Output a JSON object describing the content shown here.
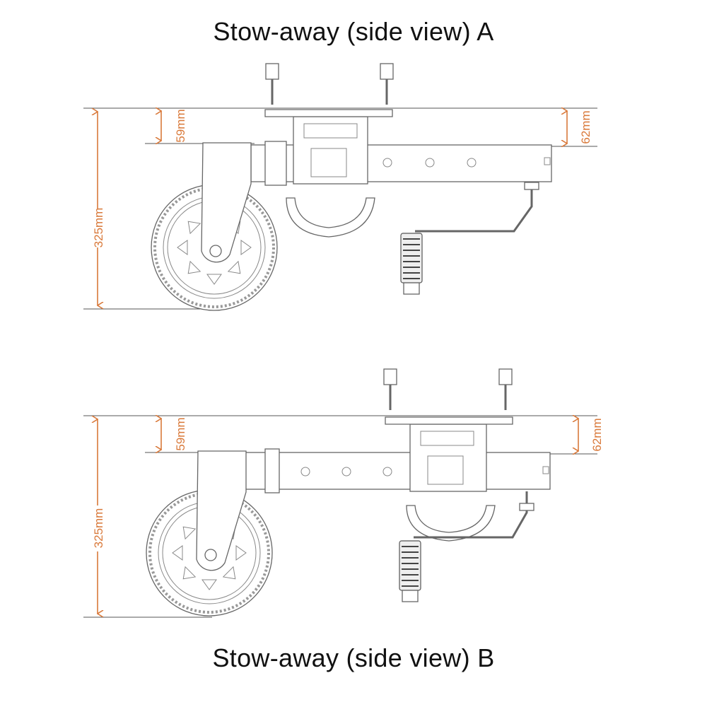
{
  "view_a": {
    "title": "Stow-away (side view) A",
    "dim_total": "325mm",
    "dim_left": "59mm",
    "dim_right": "62mm"
  },
  "view_b": {
    "title": "Stow-away (side view) B",
    "dim_total": "325mm",
    "dim_left": "59mm",
    "dim_right": "62mm"
  },
  "colors": {
    "dimension": "#d9793a",
    "line": "#666666"
  }
}
